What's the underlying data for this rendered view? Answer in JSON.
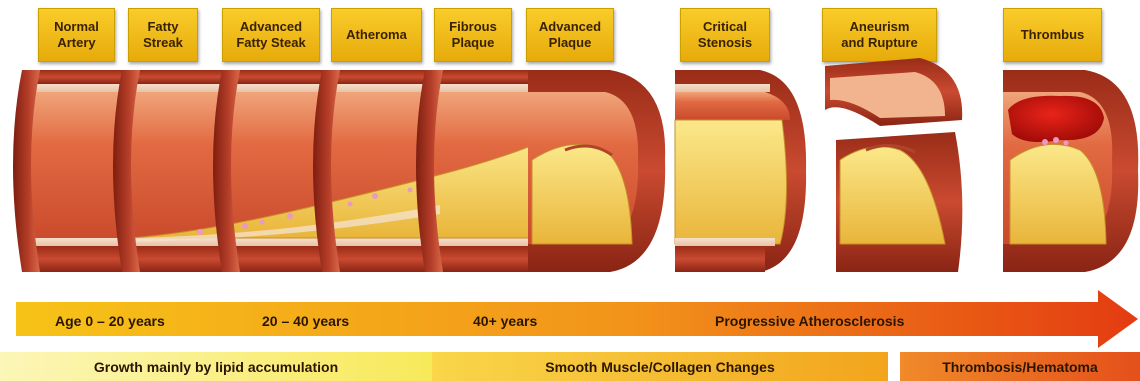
{
  "stages": [
    {
      "label": "Normal\nArtery"
    },
    {
      "label": "Fatty\nStreak"
    },
    {
      "label": "Advanced\nFatty Steak"
    },
    {
      "label": "Atheroma"
    },
    {
      "label": "Fibrous\nPlaque"
    },
    {
      "label": "Advanced\nPlaque"
    },
    {
      "label": "Critical\nStenosis"
    },
    {
      "label": "Aneurism\nand Rupture"
    },
    {
      "label": "Thrombus"
    }
  ],
  "timeline": {
    "age_0_20": "Age 0 – 20 years",
    "age_20_40": "20 – 40 years",
    "age_40_plus": "40+ years",
    "progressive": "Progressive Atherosclerosis"
  },
  "bands": {
    "lipid": "Growth mainly by lipid accumulation",
    "smooth_muscle": "Smooth Muscle/Collagen Changes",
    "thrombosis": "Thrombosis/Hematoma"
  },
  "colors": {
    "label_bg": "#f2be1a",
    "vessel_wall": "#c2402a",
    "vessel_dark": "#8e2716",
    "lumen": "#e0633e",
    "plaque": "#f6d65a",
    "thrombus": "#c8140f",
    "arrow_start": "#f7c318",
    "arrow_end": "#e43b12"
  }
}
